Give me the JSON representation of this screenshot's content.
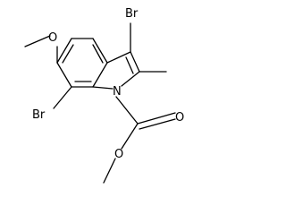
{
  "molecule": {
    "atoms": {
      "br3": "Br",
      "br6": "Br",
      "o_methoxy": "O",
      "n1": "N",
      "o_carbonyl": "O",
      "o_ester": "O"
    }
  }
}
